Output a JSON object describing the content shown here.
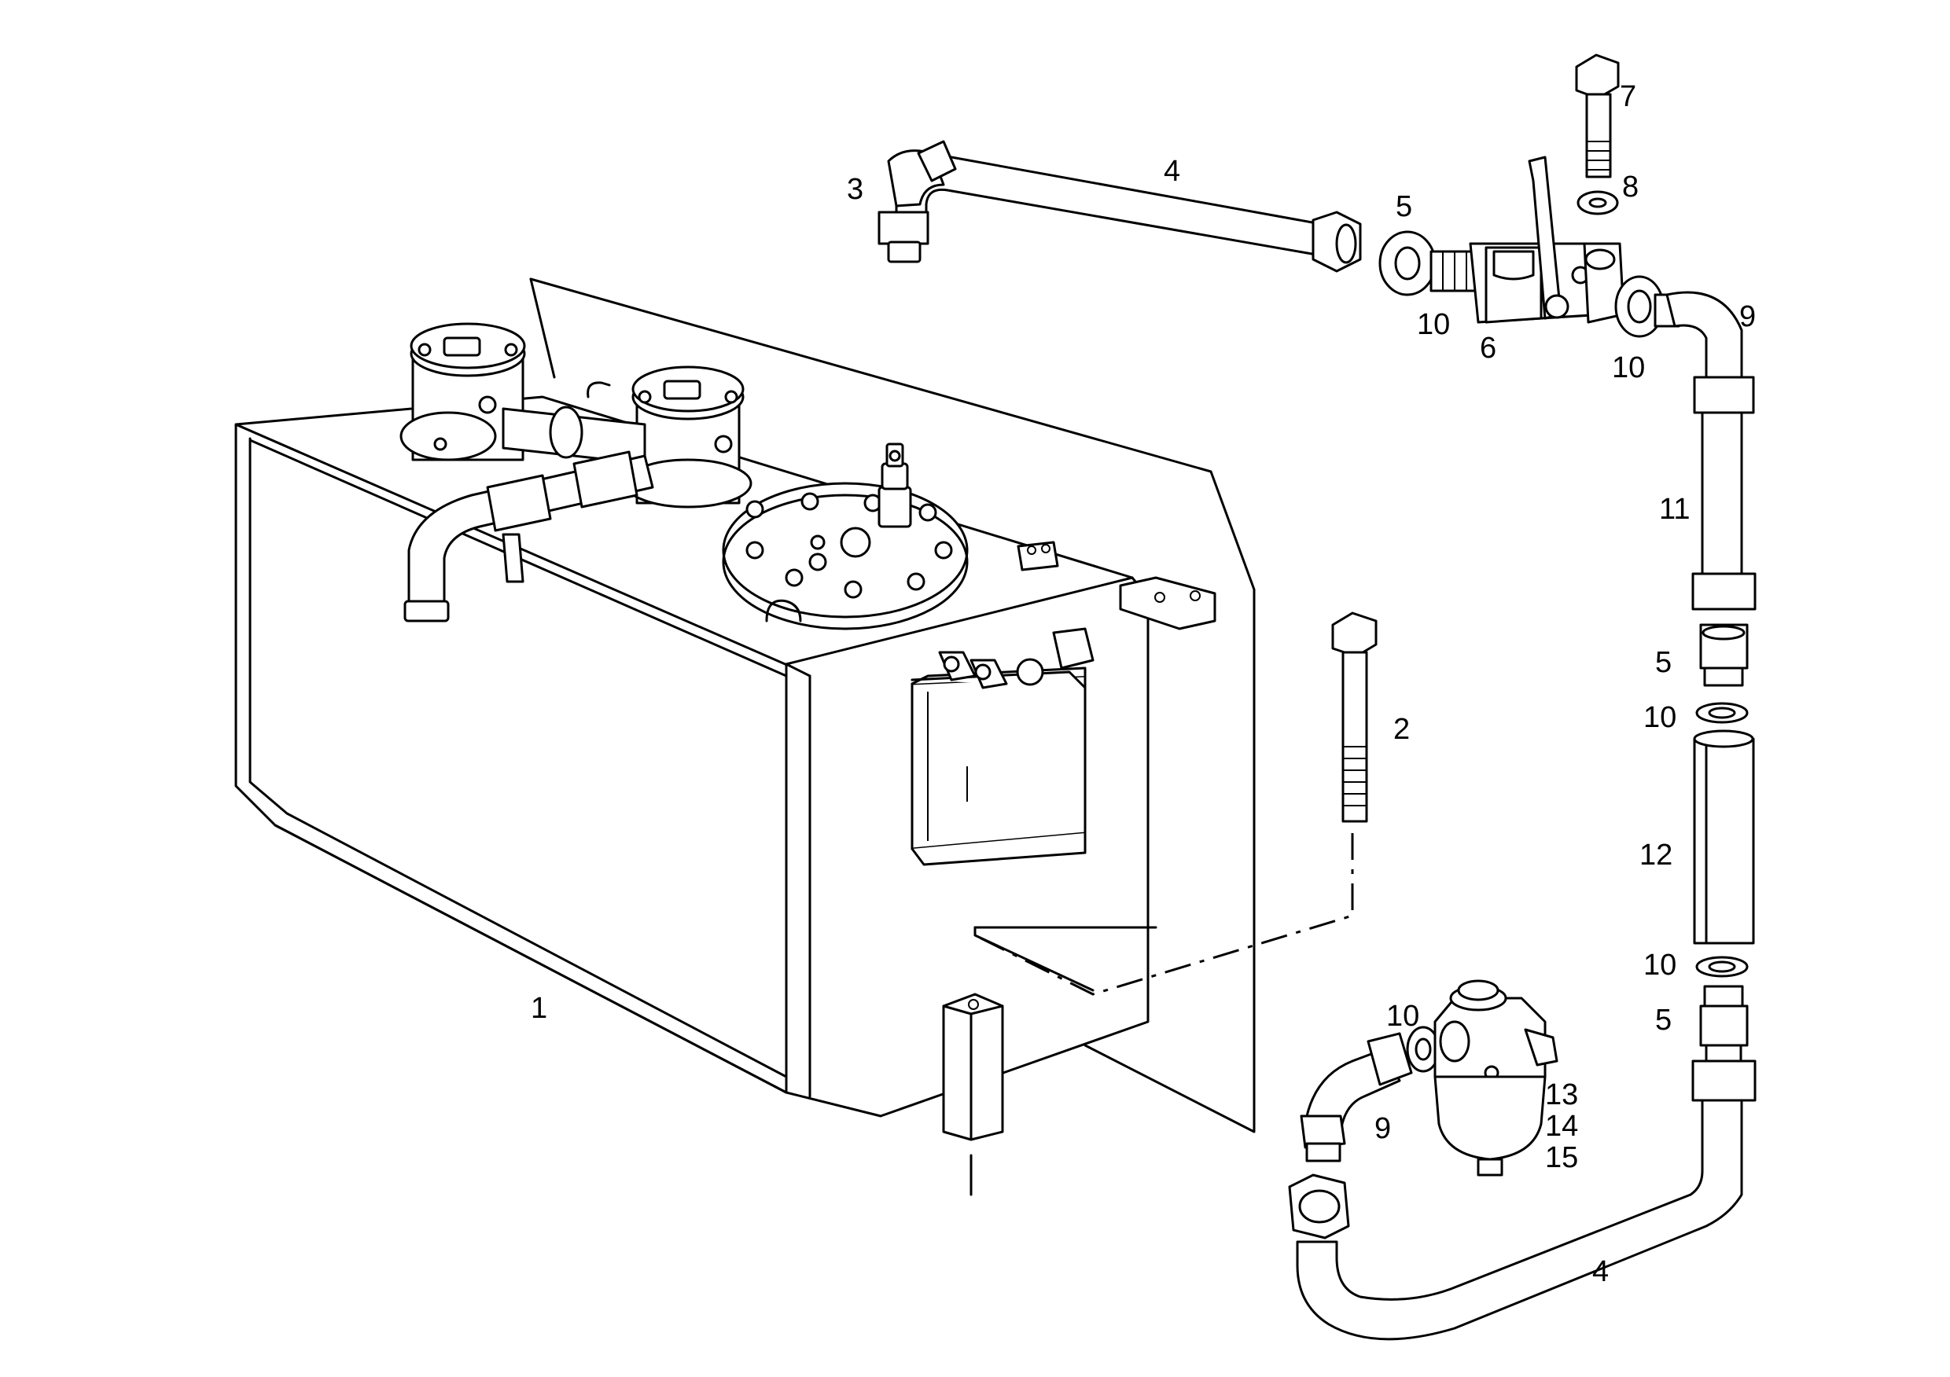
{
  "callouts": {
    "c1": "1",
    "c2": "2",
    "c3": "3",
    "c4_top": "4",
    "c4_bottom": "4",
    "c5_top": "5",
    "c5_mid": "5",
    "c5_low": "5",
    "c6": "6",
    "c7": "7",
    "c8": "8",
    "c9_top": "9",
    "c9_bottom": "9",
    "c10_a": "10",
    "c10_b": "10",
    "c10_c": "10",
    "c10_d": "10",
    "c10_e": "10",
    "c11": "11",
    "c12": "12",
    "c13": "13",
    "c14": "14",
    "c15": "15"
  }
}
